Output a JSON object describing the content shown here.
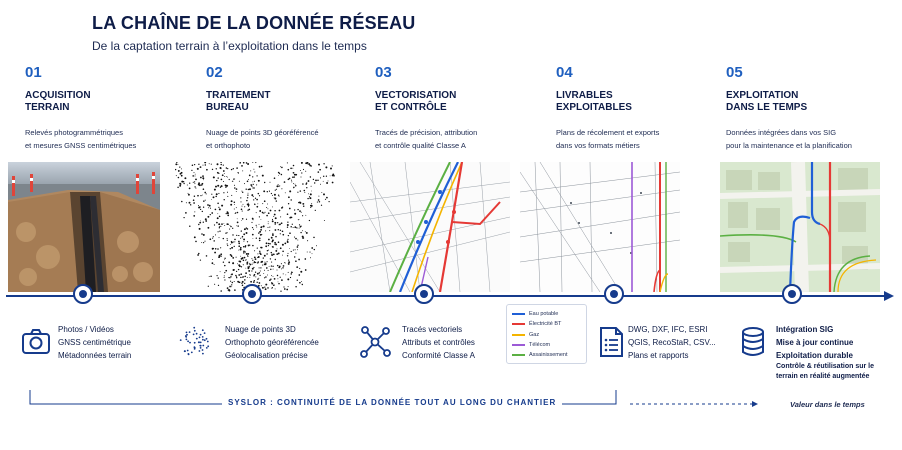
{
  "header": {
    "title": "LA CHAÎNE DE LA DONNÉE RÉSEAU",
    "subtitle": "De la captation terrain à l’exploitation dans le temps"
  },
  "steps": [
    {
      "num": "01",
      "name_l1": "ACQUISITION",
      "name_l2": "TERRAIN",
      "desc_l1": "Relevés photogrammétriques",
      "desc_l2": "et mesures GNSS centimétriques"
    },
    {
      "num": "02",
      "name_l1": "TRAITEMENT",
      "name_l2": "BUREAU",
      "desc_l1": "Nuage de points 3D géoréférencé",
      "desc_l2": "et orthophoto"
    },
    {
      "num": "03",
      "name_l1": "VECTORISATION",
      "name_l2": "ET CONTRÔLE",
      "desc_l1": "Tracés de précision, attribution",
      "desc_l2": "et contrôle qualité Classe A"
    },
    {
      "num": "04",
      "name_l1": "LIVRABLES",
      "name_l2": "EXPLOITABLES",
      "desc_l1": "Plans de récolement et exports",
      "desc_l2": "dans vos formats métiers"
    },
    {
      "num": "05",
      "name_l1": "EXPLOITATION",
      "name_l2": "DANS LE TEMPS",
      "desc_l1": "Données intégrées dans vos SIG",
      "desc_l2": "pour la maintenance et la planification"
    }
  ],
  "features": [
    {
      "icon": "camera-icon",
      "lines": [
        "Photos / Vidéos",
        "GNSS centimétrique",
        "Métadonnées terrain"
      ]
    },
    {
      "icon": "point-cloud-icon",
      "lines": [
        "Nuage de points 3D",
        "Orthophoto géoréférencée",
        "Géolocalisation précise"
      ]
    },
    {
      "icon": "network-nodes-icon",
      "lines": [
        "Tracés vectoriels",
        "Attributs et contrôles",
        "Conformité Classe A"
      ]
    },
    {
      "icon": "document-list-icon",
      "lines": [
        "DWG, DXF, IFC, ESRI",
        "QGIS, RecoStaR, CSV...",
        "Plans et rapports"
      ]
    },
    {
      "icon": "database-icon",
      "lines": [
        "Intégration SIG",
        "Mise à jour continue",
        "Exploitation durable"
      ],
      "extra": [
        "Contrôle & réutilisation sur le",
        "terrain en réalité augmentée"
      ]
    }
  ],
  "legend": [
    {
      "label": "Eau potable",
      "color": "#1f5fd6"
    },
    {
      "label": "Électricité BT",
      "color": "#e53935"
    },
    {
      "label": "Gaz",
      "color": "#f4b400"
    },
    {
      "label": "Télécom",
      "color": "#9c5ad6"
    },
    {
      "label": "Assainissement",
      "color": "#5bb043"
    }
  ],
  "footer": {
    "continuity": "SYSLOR : CONTINUITÉ DE LA DONNÉE TOUT AU LONG DU CHANTIER",
    "value": "Valeur dans le temps"
  },
  "colors": {
    "navy": "#163b8c",
    "accent": "#1f5fbf",
    "text": "#0e1c47"
  }
}
